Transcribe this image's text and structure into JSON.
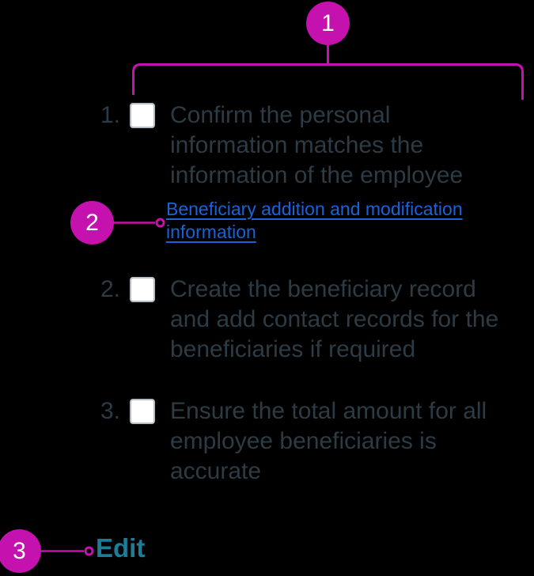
{
  "colors": {
    "background": "#000000",
    "annotation_magenta": "#C511AE",
    "body_text": "#2D3B45",
    "link_blue": "#1A62D8",
    "edit_teal": "#1C7D99",
    "checkbox_border": "#B4BDC4",
    "checkbox_fill": "#FFFFFF",
    "callout_number_text": "#FFFFFF"
  },
  "callouts": [
    {
      "number": "1",
      "target": "checklist-region"
    },
    {
      "number": "2",
      "target": "beneficiary-info-link"
    },
    {
      "number": "3",
      "target": "edit-link"
    }
  ],
  "checklist": {
    "items": [
      {
        "marker": "1.",
        "checked": false,
        "lines": [
          "Confirm the personal",
          "information matches the",
          "information of the employee"
        ]
      },
      {
        "marker": "2.",
        "checked": false,
        "lines": [
          "Create the beneficiary record",
          "and add contact records for the",
          "beneficiaries if required"
        ]
      },
      {
        "marker": "3.",
        "checked": false,
        "lines": [
          "Ensure the total amount for all",
          "employee beneficiaries is",
          "accurate"
        ]
      }
    ]
  },
  "doc_link": {
    "lines": [
      "Beneficiary addition and modification",
      "information"
    ]
  },
  "edit_link": {
    "label": "Edit"
  }
}
